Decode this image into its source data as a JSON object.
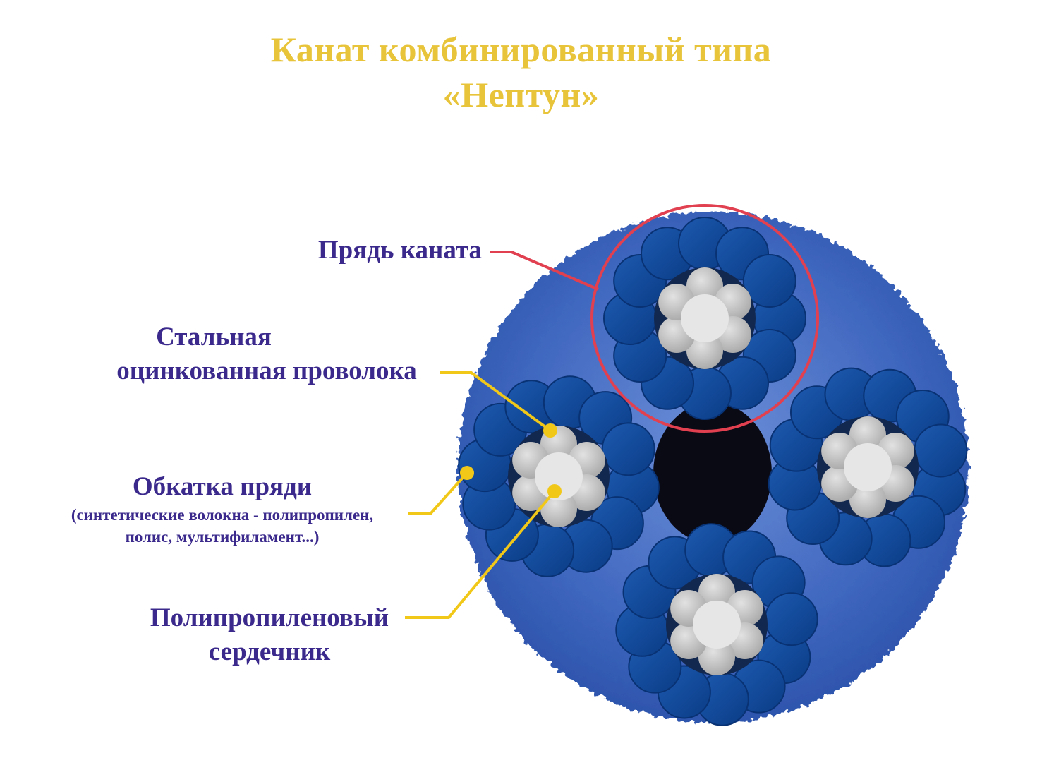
{
  "title": {
    "line1": "Канат комбинированный типа",
    "line2": "«Нептун»"
  },
  "labels": {
    "strand": "Прядь каната",
    "wire_line1": "Стальная",
    "wire_line2": "оцинкованная проволока",
    "cover_title": "Обкатка пряди",
    "cover_sub1": "(синтетические волокна - полипропилен,",
    "cover_sub2": "полис, мультифиламент...)",
    "core_line1": "Полипропиленовый",
    "core_line2": "сердечник"
  },
  "colors": {
    "title": "#e7c43a",
    "label_text": "#3b2a8c",
    "leader_strand": "#e04050",
    "leader_other": "#f2c818",
    "fiber_blue": "#0f4a9e",
    "rope_fill": "#4a74c8",
    "steel_wire": "#c4c4c4",
    "core_dark": "#0a0a14"
  }
}
